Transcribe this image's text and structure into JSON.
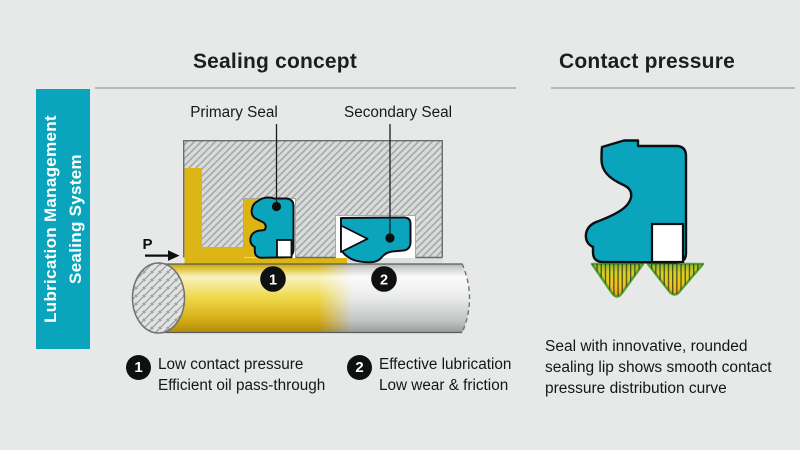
{
  "sidebar": {
    "lines": [
      "Lubrication Management",
      "Sealing System"
    ]
  },
  "sections": {
    "left_title": "Sealing concept",
    "right_title": "Contact pressure"
  },
  "diagram": {
    "primary_seal_label": "Primary Seal",
    "secondary_seal_label": "Secondary Seal",
    "pressure_label": "P",
    "marker1": "1",
    "marker2": "2"
  },
  "annotations": [
    {
      "num": "1",
      "lines": [
        "Low contact pressure",
        "Efficient oil pass-through"
      ]
    },
    {
      "num": "2",
      "lines": [
        "Effective lubrication",
        "Low wear & friction"
      ]
    }
  ],
  "caption_lines": [
    "Seal with innovative, rounded",
    "sealing lip shows smooth contact",
    "pressure distribution curve"
  ],
  "colors": {
    "teal": "#0aa5bd",
    "oil_yellow": "#dcb515",
    "housing_grey": "#d9dbda",
    "badge_black": "#0e1012",
    "pressure_green": "#57a32f",
    "pressure_orange": "#f08a12",
    "background": "#e7e9e8"
  }
}
